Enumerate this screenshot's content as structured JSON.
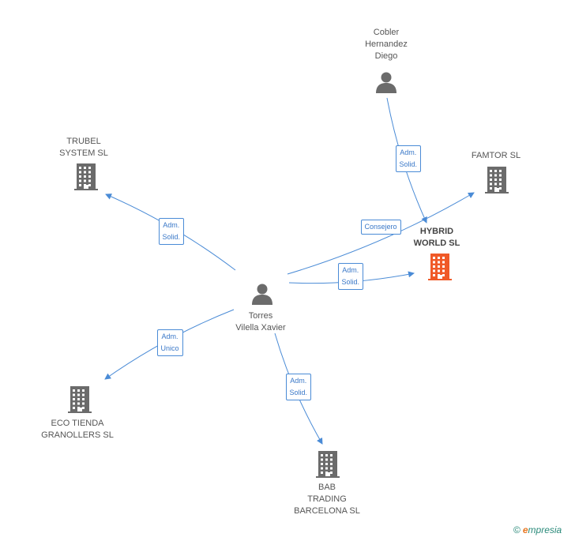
{
  "nodes": {
    "cobler": {
      "label_lines": [
        "Cobler",
        "Hernandez",
        "Diego"
      ],
      "kind": "person",
      "icon": "person-icon"
    },
    "trubel": {
      "label_lines": [
        "TRUBEL",
        "SYSTEM SL"
      ],
      "kind": "company",
      "icon": "building-icon"
    },
    "famtor": {
      "label_lines": [
        "FAMTOR SL"
      ],
      "kind": "company",
      "icon": "building-icon"
    },
    "hybrid": {
      "label_lines": [
        "HYBRID",
        "WORLD SL"
      ],
      "kind": "company-main",
      "icon": "building-icon"
    },
    "torres": {
      "label_lines": [
        "Torres",
        "Vilella Xavier"
      ],
      "kind": "person",
      "icon": "person-icon"
    },
    "eco": {
      "label_lines": [
        "ECO TIENDA",
        "GRANOLLERS SL"
      ],
      "kind": "company",
      "icon": "building-icon"
    },
    "bab": {
      "label_lines": [
        "BAB",
        "TRADING",
        "BARCELONA  SL"
      ],
      "kind": "company",
      "icon": "building-icon"
    }
  },
  "edges": [
    {
      "from": "cobler",
      "to": "hybrid",
      "label_lines": [
        "Adm.",
        "Solid."
      ]
    },
    {
      "from": "torres",
      "to": "trubel",
      "label_lines": [
        "Adm.",
        "Solid."
      ]
    },
    {
      "from": "torres",
      "to": "famtor",
      "label_lines": [
        "Consejero"
      ]
    },
    {
      "from": "torres",
      "to": "hybrid",
      "label_lines": [
        "Adm.",
        "Solid."
      ]
    },
    {
      "from": "torres",
      "to": "eco",
      "label_lines": [
        "Adm.",
        "Unico"
      ]
    },
    {
      "from": "torres",
      "to": "bab",
      "label_lines": [
        "Adm.",
        "Solid."
      ]
    }
  ],
  "colors": {
    "edge": "#4a8bd6",
    "icon": "#6b6b6b",
    "main_icon": "#f05a28"
  },
  "footer": {
    "copyright": "©",
    "brand_e": "e",
    "brand_rest": "mpresia"
  }
}
